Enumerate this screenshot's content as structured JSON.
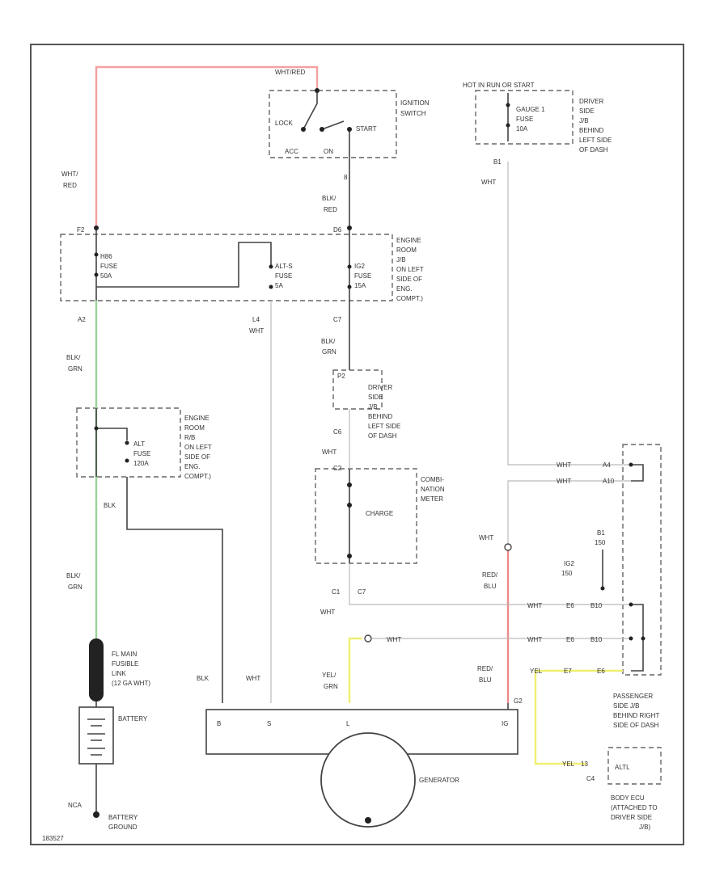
{
  "colors": {
    "wht_red": "#f5a0a0",
    "blk_grn": "#9ad39a",
    "yel": "#f0ef70",
    "red_blu": "#ee8a8a",
    "wht": "#cfcfcf",
    "dark": "#444444"
  },
  "labels": {
    "top_wire": "WHT/RED",
    "wire_wht_red_a": "WHT/",
    "wire_wht_red_b": "RED",
    "ignition_lbl_a": "IGNITION",
    "ignition_lbl_b": "SWITCH",
    "pos_lock": "LOCK",
    "pos_acc": "ACC",
    "pos_on": "ON",
    "pos_start": "START",
    "ign_pin": "8",
    "hot_label": "HOT IN RUN OR START",
    "gauge_fuse_a": "GAUGE 1",
    "gauge_fuse_b": "FUSE",
    "gauge_fuse_c": "10A",
    "dj_top_a": "DRIVER",
    "dj_top_b": "SIDE",
    "dj_top_c": "J/B",
    "dj_top_d": "BEHIND",
    "dj_top_e": "LEFT SIDE",
    "dj_top_f": "OF DASH",
    "pin_b1": "B1",
    "wht_right": "WHT",
    "blk_red_a": "BLK/",
    "blk_red_b": "RED",
    "pin_f2": "F2",
    "pin_d6": "D6",
    "hws_fuse_a": "H86",
    "hws_fuse_b": "FUSE",
    "hws_fuse_c": "50A",
    "alts_fuse_a": "ALT-S",
    "alts_fuse_b": "FUSE",
    "alts_fuse_c": "5A",
    "ig2_fuse_a": "IG2",
    "ig2_fuse_b": "FUSE",
    "ig2_fuse_c": "15A",
    "eng_jb_a": "ENGINE",
    "eng_jb_b": "ROOM",
    "eng_jb_c": "J/B",
    "eng_jb_d": "ON LEFT",
    "eng_jb_e": "SIDE OF",
    "eng_jb_f": "ENG.",
    "eng_jb_g": "COMPT.)",
    "pin_a2": "A2",
    "pin_l4": "L4",
    "wht_l4": "WHT",
    "pin_c7_top": "C7",
    "blk_grn_top_a": "BLK/",
    "blk_grn_top_b": "GRN",
    "blk_grn2_a": "BLK/",
    "blk_grn2_b": "GRN",
    "pin_p2": "P2",
    "dj_mid_a": "DRIVER",
    "dj_mid_b": "SIDE",
    "dj_mid_c": "J/B",
    "dj_mid_d": "BEHIND",
    "dj_mid_e": "LEFT SIDE",
    "dj_mid_f": "OF DASH",
    "pin_c6": "C6",
    "wht_c6": "WHT",
    "eng_mb_a": "ENGINE",
    "eng_mb_b": "ROOM",
    "eng_mb_c": "R/B",
    "eng_mb_d": "ON LEFT",
    "eng_mb_e": "SIDE OF",
    "eng_mb_f": "ENG.",
    "eng_mb_g": "COMPT.)",
    "alt_fuse_a": "ALT",
    "alt_fuse_b": "FUSE",
    "alt_fuse_c": "120A",
    "blk_mid": "BLK",
    "pin_c2": "C2",
    "combo_a": "COMBI-",
    "combo_b": "NATION",
    "combo_c": "METER",
    "charge": "CHARGE",
    "pin_c1": "C1",
    "pin_c7": "C7",
    "wht_c1": "WHT",
    "wht_pj1": "WHT",
    "pin_a4": "A4",
    "wht_pj2": "WHT",
    "pin_a10": "A10",
    "wht_g": "WHT",
    "red_blu_a": "RED/",
    "red_blu_b": "BLU",
    "b1_right_a": "B1",
    "b1_right_b": "150",
    "ig2_small_a": "IG2",
    "ig2_small_b": "150",
    "wht_e1": "WHT",
    "e6_1": "E6",
    "e6_1b": "B10",
    "wht_e2": "WHT",
    "e6_2": "E6",
    "e6_2b": "B10",
    "yel_a": "YEL",
    "e_a": "E7",
    "e_b": "E6",
    "wht_conn": "WHT",
    "yel_grn_a": "YEL/",
    "yel_grn_b": "GRN",
    "red_blu2_a": "RED/",
    "red_blu2_b": "BLU",
    "pin_g2": "G2",
    "pj_a": "PASSENGER",
    "pj_b": "SIDE J/B",
    "pj_c": "BEHIND RIGHT",
    "pj_d": "SIDE OF DASH",
    "blk_grn3_a": "BLK/",
    "blk_grn3_b": "GRN",
    "fl_a": "FL MAIN",
    "fl_b": "FUSIBLE",
    "fl_c": "LINK",
    "fl_d": "(12 GA WHT)",
    "battery": "BATTERY",
    "blk_gen": "BLK",
    "wht_gen": "WHT",
    "gen_b": "B",
    "gen_s": "S",
    "gen_l": "L",
    "gen_ig": "IG",
    "generator": "GENERATOR",
    "yel2": "YEL",
    "e13": "13",
    "c4": "C4",
    "altl": "ALTL",
    "ecu_a": "BODY ECU",
    "ecu_b": "(ATTACHED TO",
    "ecu_c": "DRIVER SIDE",
    "ecu_d": "J/B)",
    "nca": "NCA",
    "bg_a": "BATTERY",
    "bg_b": "GROUND",
    "code": "183527"
  }
}
